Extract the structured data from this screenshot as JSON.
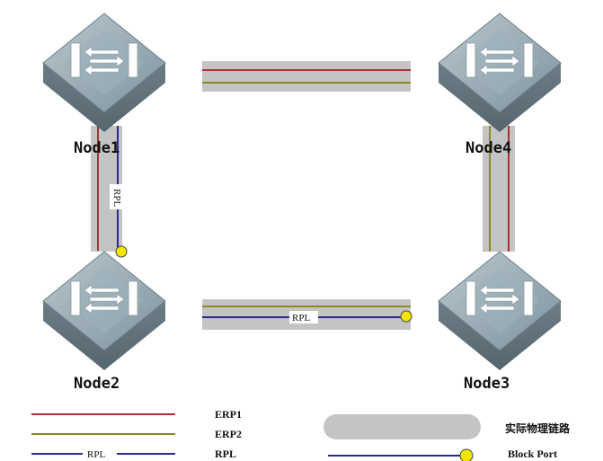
{
  "nodes": {
    "node1": {
      "label": "Node1"
    },
    "node2": {
      "label": "Node2"
    },
    "node3": {
      "label": "Node3"
    },
    "node4": {
      "label": "Node4"
    }
  },
  "links": {
    "rpl_text": "RPL"
  },
  "legend": {
    "erp1": "ERP1",
    "erp2": "ERP2",
    "rpl": "RPL",
    "rpl_line_text": "RPL",
    "physical_link": "实际物理链路",
    "block_port": "Block Port"
  },
  "colors": {
    "erp1": "#a83232",
    "erp2": "#8a8a1e",
    "rpl": "#2a2a8a",
    "physical": "#c4c4c4",
    "block_port": "#f2e600"
  }
}
